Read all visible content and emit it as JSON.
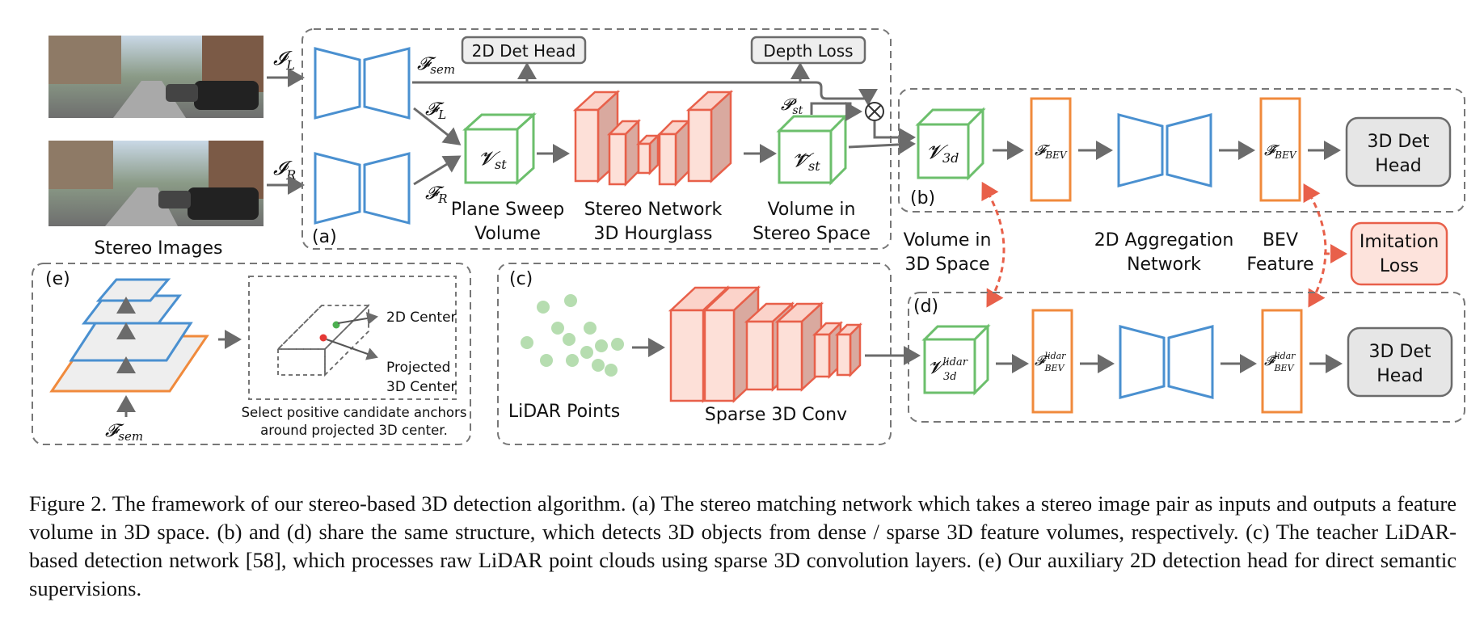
{
  "figure": {
    "stereo_images_label": "Stereo Images",
    "img_left_label": "𝓘",
    "img_left_sub": "L",
    "img_right_label": "𝓘",
    "img_right_sub": "R",
    "f_sem": "𝓕",
    "f_sem_sub": "sem",
    "f_l": "𝓕",
    "f_l_sub": "L",
    "f_r": "𝓕",
    "f_r_sub": "R",
    "det2d_head": "2D Det Head",
    "depth_loss": "Depth Loss",
    "p_st": "𝓟",
    "p_st_sub": "st",
    "v_st": "𝓥",
    "v_st_sub": "st",
    "v_st_tilde": "𝓥̃",
    "v_st_tilde_sub": "st",
    "plane_sweep_1": "Plane Sweep",
    "plane_sweep_2": "Volume",
    "stereo_net_1": "Stereo Network",
    "stereo_net_2": "3D Hourglass",
    "vol_stereo_1": "Volume in",
    "vol_stereo_2": "Stereo Space",
    "panel_a": "(a)",
    "panel_b": "(b)",
    "panel_c": "(c)",
    "panel_d": "(d)",
    "panel_e": "(e)",
    "v_3d": "𝓥",
    "v_3d_sub": "3d",
    "f_bev": "𝓕",
    "f_bev_sub": "BEV",
    "f_bev_tilde": "𝓕̃",
    "f_bev_tilde_sub": "BEV",
    "det3d_head_1": "3D Det",
    "det3d_head_2": "Head",
    "vol_3d_1": "Volume in",
    "vol_3d_2": "3D Space",
    "agg_1": "2D Aggregation",
    "agg_2": "Network",
    "bev_feat_1": "BEV",
    "bev_feat_2": "Feature",
    "imitation_1": "Imitation",
    "imitation_2": "Loss",
    "lidar_points": "LiDAR Points",
    "sparse_conv": "Sparse 3D Conv",
    "v_3d_lidar": "𝓥",
    "v_3d_lidar_sub": "3d",
    "v_3d_lidar_sup": "lidar",
    "f_bev_lidar": "𝓕",
    "f_bev_lidar_sub": "BEV",
    "f_bev_lidar_sup": "lidar",
    "f_bev_lidar_tilde": "𝓕̃",
    "center_2d": "2D Center",
    "projected_1": "Projected",
    "projected_2": "3D Center",
    "select_1": "Select positive candidate anchors",
    "select_2": "around projected 3D center.",
    "colors": {
      "encoder": "#4a90d0",
      "volume": "#6cbf6c",
      "hourglass": "#e8604a",
      "orange_bar": "#f08a3c",
      "imitation": "#e8604a"
    }
  },
  "caption": "Figure 2. The framework of our stereo-based 3D detection algorithm. (a) The stereo matching network which takes a stereo image pair as inputs and outputs a feature volume in 3D space. (b) and (d) share the same structure, which detects 3D objects from dense / sparse 3D feature volumes, respectively. (c) The teacher LiDAR-based detection network [58], which processes raw LiDAR point clouds using sparse 3D convolution layers. (e) Our auxiliary 2D detection head for direct semantic supervisions."
}
